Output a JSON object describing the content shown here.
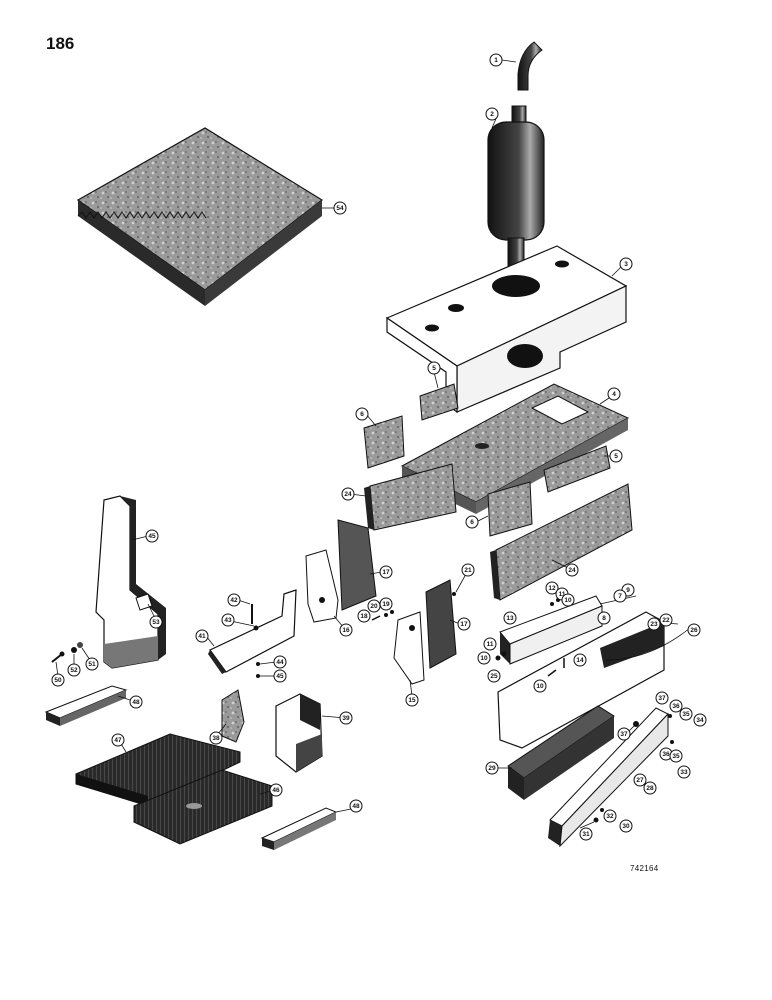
{
  "page": {
    "number": "186",
    "ref_number": "742164"
  },
  "callouts": [
    {
      "id": "c1",
      "label": "1"
    },
    {
      "id": "c2",
      "label": "2"
    },
    {
      "id": "c3",
      "label": "3"
    },
    {
      "id": "c54",
      "label": "54"
    },
    {
      "id": "c4",
      "label": "4"
    },
    {
      "id": "c5a",
      "label": "5"
    },
    {
      "id": "c5b",
      "label": "5"
    },
    {
      "id": "c6a",
      "label": "6"
    },
    {
      "id": "c6b",
      "label": "6"
    },
    {
      "id": "c24a",
      "label": "24"
    },
    {
      "id": "c24b",
      "label": "24"
    },
    {
      "id": "c45",
      "label": "45"
    },
    {
      "id": "c53",
      "label": "53"
    },
    {
      "id": "c17a",
      "label": "17"
    },
    {
      "id": "c17b",
      "label": "17"
    },
    {
      "id": "c16",
      "label": "16"
    },
    {
      "id": "c15",
      "label": "15"
    },
    {
      "id": "c21",
      "label": "21"
    },
    {
      "id": "c42",
      "label": "42"
    },
    {
      "id": "c43",
      "label": "43"
    },
    {
      "id": "c41",
      "label": "41"
    },
    {
      "id": "c44",
      "label": "44"
    },
    {
      "id": "c45b",
      "label": "45"
    },
    {
      "id": "c18",
      "label": "18"
    },
    {
      "id": "c19",
      "label": "19"
    },
    {
      "id": "c20",
      "label": "20"
    },
    {
      "id": "c12",
      "label": "12"
    },
    {
      "id": "c11a",
      "label": "11"
    },
    {
      "id": "c10a",
      "label": "10"
    },
    {
      "id": "c9",
      "label": "9"
    },
    {
      "id": "c7",
      "label": "7"
    },
    {
      "id": "c8",
      "label": "8"
    },
    {
      "id": "c13",
      "label": "13"
    },
    {
      "id": "c11b",
      "label": "11"
    },
    {
      "id": "c10b",
      "label": "10"
    },
    {
      "id": "c25",
      "label": "25"
    },
    {
      "id": "c14",
      "label": "14"
    },
    {
      "id": "c10c",
      "label": "10"
    },
    {
      "id": "c22",
      "label": "22"
    },
    {
      "id": "c23",
      "label": "23"
    },
    {
      "id": "c26",
      "label": "26"
    },
    {
      "id": "c50",
      "label": "50"
    },
    {
      "id": "c52",
      "label": "52"
    },
    {
      "id": "c51",
      "label": "51"
    },
    {
      "id": "c48a",
      "label": "48"
    },
    {
      "id": "c47",
      "label": "47"
    },
    {
      "id": "c38",
      "label": "38"
    },
    {
      "id": "c39",
      "label": "39"
    },
    {
      "id": "c46",
      "label": "46"
    },
    {
      "id": "c48b",
      "label": "48"
    },
    {
      "id": "c37a",
      "label": "37"
    },
    {
      "id": "c37b",
      "label": "37"
    },
    {
      "id": "c36a",
      "label": "36"
    },
    {
      "id": "c35a",
      "label": "35"
    },
    {
      "id": "c34",
      "label": "34"
    },
    {
      "id": "c36b",
      "label": "36"
    },
    {
      "id": "c35b",
      "label": "35"
    },
    {
      "id": "c33",
      "label": "33"
    },
    {
      "id": "c29",
      "label": "29"
    },
    {
      "id": "c27",
      "label": "27"
    },
    {
      "id": "c28",
      "label": "28"
    },
    {
      "id": "c32",
      "label": "32"
    },
    {
      "id": "c30",
      "label": "30"
    },
    {
      "id": "c31",
      "label": "31"
    }
  ]
}
